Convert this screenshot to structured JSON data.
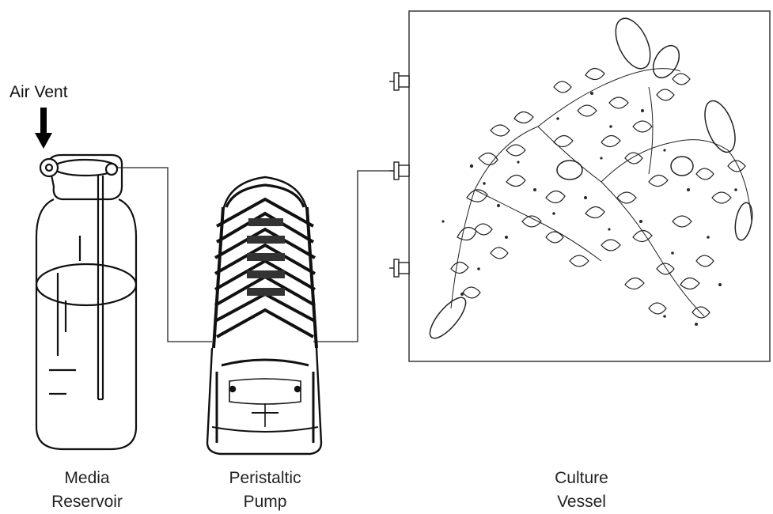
{
  "labels": {
    "air_vent": "Air Vent",
    "media_reservoir": [
      "Media",
      "Reservoir"
    ],
    "peristaltic_pump": [
      "Peristaltic",
      "Pump"
    ],
    "culture_vessel": [
      "Culture",
      "Vessel"
    ]
  },
  "colors": {
    "line": "#111111",
    "foliage": "#2a2a2a",
    "background": "#ffffff"
  }
}
